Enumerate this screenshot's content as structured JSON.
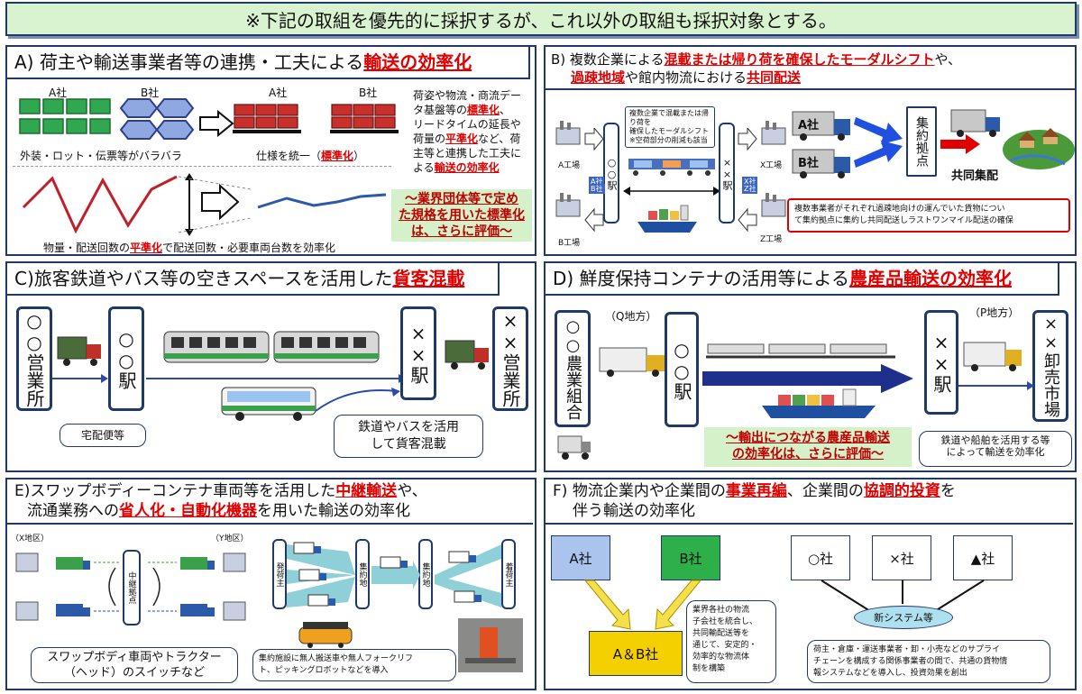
{
  "banner": "※下記の取組を優先的に採択するが、これ以外の取組も採択対象とする。",
  "A": {
    "title_prefix": "A) 荷主や輸送事業者等の連携・工夫による",
    "title_red": "輸送の効率化",
    "company_a": "A社",
    "company_b": "B社",
    "company_a2": "A社",
    "company_b2": "B社",
    "label_messy": "外装・ロット・伝票等がバラバラ",
    "label_unified_prefix": "仕様を統一（",
    "label_unified_red": "標準化",
    "label_unified_suffix": "）",
    "desc_1": "荷姿や物流・商流デー",
    "desc_2a": "タ基盤等の",
    "desc_2red": "標準化",
    "desc_2b": "、",
    "desc_3": "リードタイムの延長や",
    "desc_4a": "荷量の",
    "desc_4red": "平準化",
    "desc_4b": "など、荷",
    "desc_5": "主等と連携した工夫に",
    "desc_6a": "よる",
    "desc_6red": "輸送の効率化",
    "chart_caption_a": "物量・配送回数の",
    "chart_caption_red": "平準化",
    "chart_caption_b": "で配送回数・必要車両台数を効率化",
    "green_1": "～業界団体等で定め",
    "green_2": "た規格を用いた標準化",
    "green_3": "は、さらに評価～"
  },
  "B": {
    "title_1a": "B) 複数企業による",
    "title_1red": "混載または帰り荷を確保したモーダルシフト",
    "title_1b": "や、",
    "title_2red1": "過疎地域",
    "title_2a": "や館内物流における",
    "title_2red2": "共同配送",
    "factory_a": "A工場",
    "factory_b": "B工場",
    "factory_x": "X工場",
    "factory_z": "Z工場",
    "station_oo": "○○駅",
    "station_xx": "××駅",
    "callout_1": "複数企業で混載または帰り荷を",
    "callout_2": "確保したモーダルシフト",
    "callout_3": "※空荷部分の削減も該当",
    "container_a": "A社",
    "container_b": "B社",
    "container_x": "X社",
    "container_z": "Z社",
    "truck_a": "A社",
    "truck_b": "B社",
    "hub": "集約拠点",
    "joint": "共同集配",
    "note_1": "複数事業者がそれぞれ過疎地向けの運んでいた貨物につい",
    "note_2": "て集約拠点に集約し共同配送しラストワンマイル配送の確保"
  },
  "C": {
    "title_prefix": "C)旅客鉄道やバス等の空きスペースを活用した",
    "title_red": "貨客混載",
    "office_oo": "○○営業所",
    "station_oo": "○○駅",
    "station_xx": "××駅",
    "office_xx": "××営業所",
    "courier": "宅配便等",
    "note_1": "鉄道やバスを活用",
    "note_2": "して貨客混載"
  },
  "D": {
    "title_prefix": "D) 鮮度保持コンテナの活用等による",
    "title_red": "農産品輸送の効率化",
    "region_q": "（Q地方）",
    "region_p": "（P地方）",
    "coop": "○○農業組合",
    "station_oo": "○○駅",
    "station_xx": "××駅",
    "market": "××卸売市場",
    "green_1": "～輸出につながる農産品輸送",
    "green_2": "の効率化は、さらに評価～",
    "note_1": "鉄道や船舶を活用する等",
    "note_2": "によって輸送を効率化"
  },
  "E": {
    "title_1a": "E)スワップボディーコンテナ車両等を活用した",
    "title_1red": "中継輸送",
    "title_1b": "や、",
    "title_2a": "流通業務への",
    "title_2red": "省人化・自動化機器",
    "title_2b": "を用いた輸送の効率化",
    "region_x": "（X地区）",
    "region_y": "（Y地区）",
    "relay": "中継拠点",
    "shipper": "発荷主",
    "hub1": "集約地",
    "hub2": "集約地",
    "consignee": "着荷主",
    "note_swap_1": "スワップボディ車両やトラクター",
    "note_swap_2": "（ヘッド）のスイッチなど",
    "note_auto_1": "集約施設に無人搬送車や無人フォークリフ",
    "note_auto_2": "ト、ピッキングロボットなどを導入"
  },
  "F": {
    "title_1a": "F) 物流企業内や企業間の",
    "title_1red1": "事業再編",
    "title_1b": "、企業間の",
    "title_1red2": "協調的投資",
    "title_1c": "を",
    "title_2": "伴う輸送の効率化",
    "company_a": "A社",
    "company_b": "B社",
    "company_ab": "A＆B社",
    "company_o": "○社",
    "company_x": "×社",
    "company_t": "▲社",
    "new_system": "新システム等",
    "note_left_1": "業界各社の物流",
    "note_left_2": "子会社を統合し、",
    "note_left_3": "共同輸配送等を",
    "note_left_4": "通じて、安定的・",
    "note_left_5": "効率的な物流体",
    "note_left_6": "制を構築",
    "note_right_1": "荷主・倉庫・運送事業者・卸・小売などのサプライ",
    "note_right_2": "チェーンを構成する関係事業者の間で、共通の貨物情",
    "note_right_3": "報システムなどを導入し、投資効果を創出"
  },
  "colors": {
    "navy": "#1f3a68",
    "red": "#e00000",
    "green_fill": "#d4f1c9",
    "banner_bg": "#d9f2cf"
  }
}
